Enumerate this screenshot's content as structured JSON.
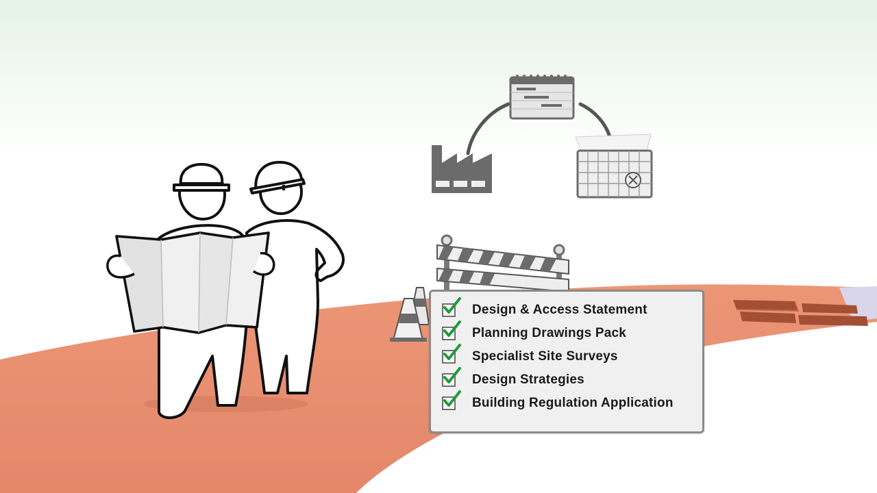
{
  "checklist": {
    "items": [
      {
        "label": "Design & Access Statement",
        "checked": true
      },
      {
        "label": "Planning Drawings Pack",
        "checked": true
      },
      {
        "label": "Specialist Site Surveys",
        "checked": true
      },
      {
        "label": "Design Strategies",
        "checked": true
      },
      {
        "label": "Building Regulation Application",
        "checked": true
      }
    ]
  },
  "colors": {
    "sky_top": "#e7f3e8",
    "ground": "#e98f70",
    "box_border": "#8a8a8a",
    "box_fill": "#f0f0f0",
    "check_green": "#1e9a3c",
    "icon_gray": "#6b6b6b"
  },
  "icons": [
    "factory-icon",
    "gantt-calendar-icon",
    "calendar-cancel-icon",
    "road-barrier-icon",
    "traffic-cone-icon",
    "hard-hat-icon",
    "blueprint-map-icon"
  ]
}
